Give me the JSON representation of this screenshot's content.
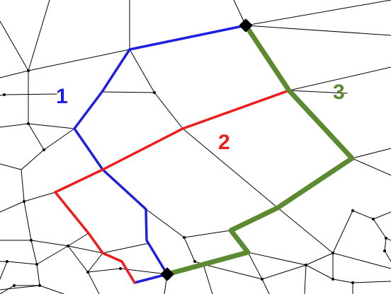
{
  "paths": [
    {
      "id": "1",
      "label": "1",
      "color": "#1f1fe0"
    },
    {
      "id": "2",
      "label": "2",
      "color": "#ee1c1c"
    },
    {
      "id": "3",
      "label": "3",
      "color": "#5b8a30"
    }
  ]
}
